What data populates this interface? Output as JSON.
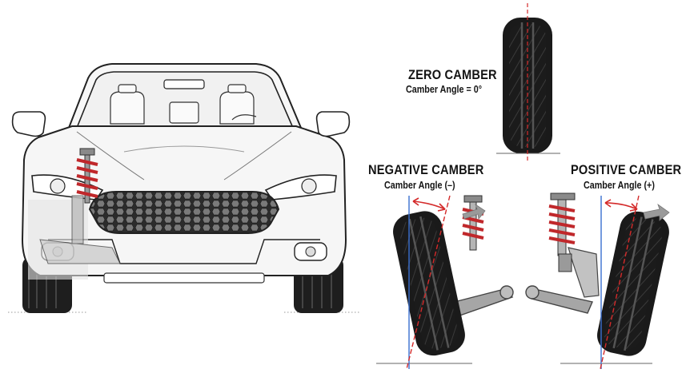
{
  "diagram": {
    "zero": {
      "title": "ZERO CAMBER",
      "subtitle": "Camber Angle = 0°"
    },
    "negative": {
      "title": "NEGATIVE CAMBER",
      "subtitle": "Camber Angle (–)"
    },
    "positive": {
      "title": "POSITIVE CAMBER",
      "subtitle": "Camber Angle  (+)"
    }
  },
  "colors": {
    "vertical_reference": "#3a6fd0",
    "camber_line": "#d42a2a",
    "spring": "#c0282b",
    "arrow": "#9a9a9a",
    "tire": "#1a1a1a"
  }
}
